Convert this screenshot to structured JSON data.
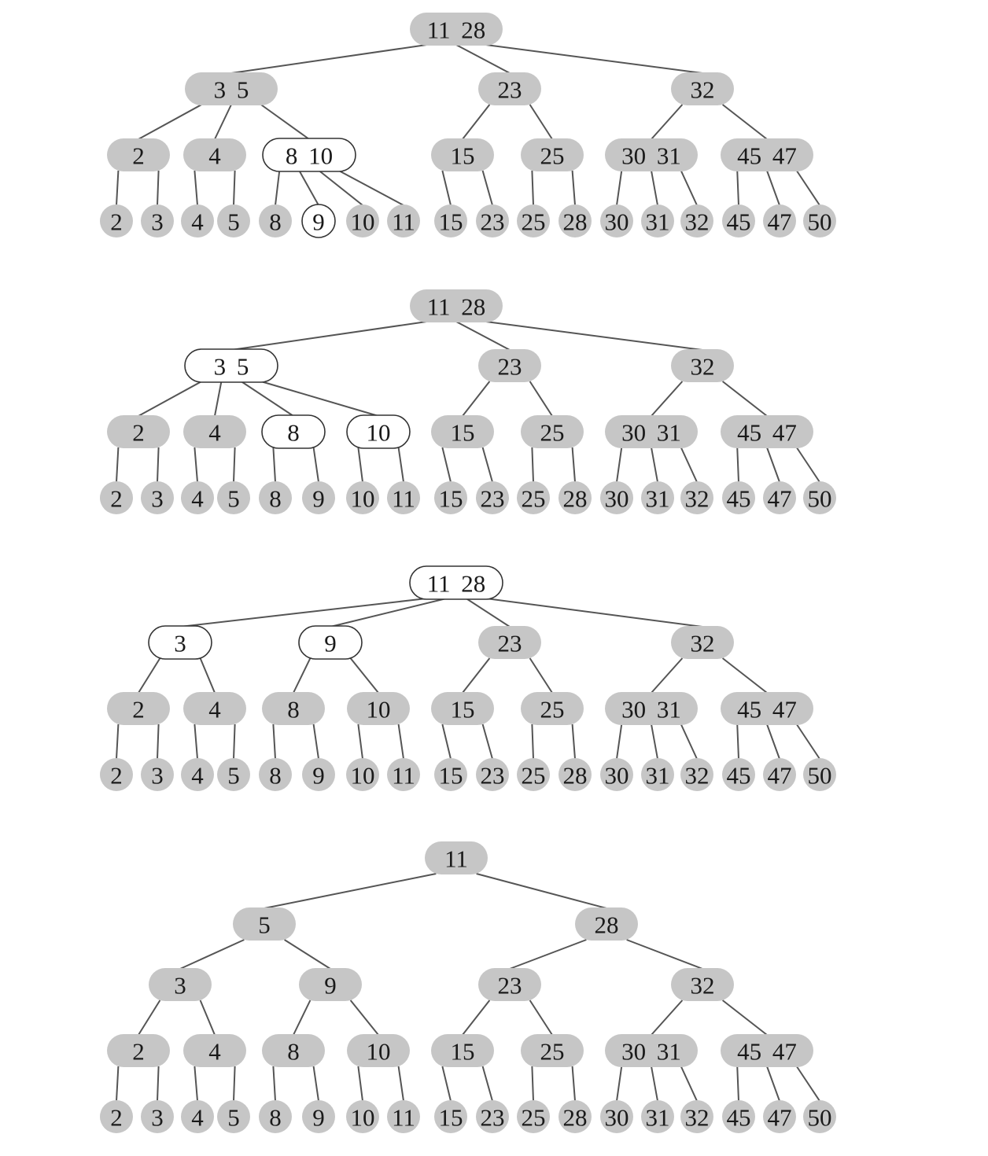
{
  "diagram": {
    "type": "2-3 tree insertion sequence",
    "colors": {
      "shaded": "#c6c6c6",
      "highlight": "#ffffff",
      "outline": "#333333",
      "edge": "#555555",
      "text": "#1a1a1a"
    },
    "stages": [
      {
        "nodes": [
          {
            "id": "r",
            "keys": [
              "11",
              "28"
            ]
          },
          {
            "id": "a",
            "keys": [
              "3",
              "5"
            ],
            "parent": "r"
          },
          {
            "id": "b",
            "keys": [
              "23"
            ],
            "parent": "r"
          },
          {
            "id": "c",
            "keys": [
              "32"
            ],
            "parent": "r"
          },
          {
            "id": "a1",
            "keys": [
              "2"
            ],
            "parent": "a"
          },
          {
            "id": "a2",
            "keys": [
              "4"
            ],
            "parent": "a"
          },
          {
            "id": "a3",
            "keys": [
              "8",
              "10"
            ],
            "parent": "a",
            "highlight": true
          },
          {
            "id": "b1",
            "keys": [
              "15"
            ],
            "parent": "b"
          },
          {
            "id": "b2",
            "keys": [
              "25"
            ],
            "parent": "b"
          },
          {
            "id": "c1",
            "keys": [
              "30",
              "31"
            ],
            "parent": "c"
          },
          {
            "id": "c2",
            "keys": [
              "45",
              "47"
            ],
            "parent": "c"
          },
          {
            "id": "l1",
            "keys": [
              "2"
            ],
            "parent": "a1",
            "leaf": true
          },
          {
            "id": "l2",
            "keys": [
              "3"
            ],
            "parent": "a1",
            "leaf": true
          },
          {
            "id": "l3",
            "keys": [
              "4"
            ],
            "parent": "a2",
            "leaf": true
          },
          {
            "id": "l4",
            "keys": [
              "5"
            ],
            "parent": "a2",
            "leaf": true
          },
          {
            "id": "l5",
            "keys": [
              "8"
            ],
            "parent": "a3",
            "leaf": true
          },
          {
            "id": "l6",
            "keys": [
              "9"
            ],
            "parent": "a3",
            "leaf": true,
            "highlight": true
          },
          {
            "id": "l7",
            "keys": [
              "10"
            ],
            "parent": "a3",
            "leaf": true
          },
          {
            "id": "l8",
            "keys": [
              "11"
            ],
            "parent": "a3",
            "leaf": true
          },
          {
            "id": "l9",
            "keys": [
              "15"
            ],
            "parent": "b1",
            "leaf": true
          },
          {
            "id": "l10",
            "keys": [
              "23"
            ],
            "parent": "b1",
            "leaf": true
          },
          {
            "id": "l11",
            "keys": [
              "25"
            ],
            "parent": "b2",
            "leaf": true
          },
          {
            "id": "l12",
            "keys": [
              "28"
            ],
            "parent": "b2",
            "leaf": true
          },
          {
            "id": "l13",
            "keys": [
              "30"
            ],
            "parent": "c1",
            "leaf": true
          },
          {
            "id": "l14",
            "keys": [
              "31"
            ],
            "parent": "c1",
            "leaf": true
          },
          {
            "id": "l15",
            "keys": [
              "32"
            ],
            "parent": "c1",
            "leaf": true
          },
          {
            "id": "l16",
            "keys": [
              "45"
            ],
            "parent": "c2",
            "leaf": true
          },
          {
            "id": "l17",
            "keys": [
              "47"
            ],
            "parent": "c2",
            "leaf": true
          },
          {
            "id": "l18",
            "keys": [
              "50"
            ],
            "parent": "c2",
            "leaf": true
          }
        ]
      },
      {
        "nodes": [
          {
            "id": "r",
            "keys": [
              "11",
              "28"
            ]
          },
          {
            "id": "a",
            "keys": [
              "3",
              "5"
            ],
            "parent": "r",
            "highlight": true
          },
          {
            "id": "b",
            "keys": [
              "23"
            ],
            "parent": "r"
          },
          {
            "id": "c",
            "keys": [
              "32"
            ],
            "parent": "r"
          },
          {
            "id": "a1",
            "keys": [
              "2"
            ],
            "parent": "a"
          },
          {
            "id": "a2",
            "keys": [
              "4"
            ],
            "parent": "a"
          },
          {
            "id": "a3",
            "keys": [
              "8"
            ],
            "parent": "a",
            "highlight": true
          },
          {
            "id": "a4",
            "keys": [
              "10"
            ],
            "parent": "a",
            "highlight": true
          },
          {
            "id": "b1",
            "keys": [
              "15"
            ],
            "parent": "b"
          },
          {
            "id": "b2",
            "keys": [
              "25"
            ],
            "parent": "b"
          },
          {
            "id": "c1",
            "keys": [
              "30",
              "31"
            ],
            "parent": "c"
          },
          {
            "id": "c2",
            "keys": [
              "45",
              "47"
            ],
            "parent": "c"
          },
          {
            "id": "l1",
            "keys": [
              "2"
            ],
            "parent": "a1",
            "leaf": true
          },
          {
            "id": "l2",
            "keys": [
              "3"
            ],
            "parent": "a1",
            "leaf": true
          },
          {
            "id": "l3",
            "keys": [
              "4"
            ],
            "parent": "a2",
            "leaf": true
          },
          {
            "id": "l4",
            "keys": [
              "5"
            ],
            "parent": "a2",
            "leaf": true
          },
          {
            "id": "l5",
            "keys": [
              "8"
            ],
            "parent": "a3",
            "leaf": true
          },
          {
            "id": "l6",
            "keys": [
              "9"
            ],
            "parent": "a3",
            "leaf": true
          },
          {
            "id": "l7",
            "keys": [
              "10"
            ],
            "parent": "a4",
            "leaf": true
          },
          {
            "id": "l8",
            "keys": [
              "11"
            ],
            "parent": "a4",
            "leaf": true
          },
          {
            "id": "l9",
            "keys": [
              "15"
            ],
            "parent": "b1",
            "leaf": true
          },
          {
            "id": "l10",
            "keys": [
              "23"
            ],
            "parent": "b1",
            "leaf": true
          },
          {
            "id": "l11",
            "keys": [
              "25"
            ],
            "parent": "b2",
            "leaf": true
          },
          {
            "id": "l12",
            "keys": [
              "28"
            ],
            "parent": "b2",
            "leaf": true
          },
          {
            "id": "l13",
            "keys": [
              "30"
            ],
            "parent": "c1",
            "leaf": true
          },
          {
            "id": "l14",
            "keys": [
              "31"
            ],
            "parent": "c1",
            "leaf": true
          },
          {
            "id": "l15",
            "keys": [
              "32"
            ],
            "parent": "c1",
            "leaf": true
          },
          {
            "id": "l16",
            "keys": [
              "45"
            ],
            "parent": "c2",
            "leaf": true
          },
          {
            "id": "l17",
            "keys": [
              "47"
            ],
            "parent": "c2",
            "leaf": true
          },
          {
            "id": "l18",
            "keys": [
              "50"
            ],
            "parent": "c2",
            "leaf": true
          }
        ]
      },
      {
        "nodes": [
          {
            "id": "r",
            "keys": [
              "11",
              "28"
            ],
            "highlight": true
          },
          {
            "id": "a",
            "keys": [
              "3"
            ],
            "parent": "r",
            "highlight": true
          },
          {
            "id": "d",
            "keys": [
              "9"
            ],
            "parent": "r",
            "highlight": true
          },
          {
            "id": "b",
            "keys": [
              "23"
            ],
            "parent": "r"
          },
          {
            "id": "c",
            "keys": [
              "32"
            ],
            "parent": "r"
          },
          {
            "id": "a1",
            "keys": [
              "2"
            ],
            "parent": "a"
          },
          {
            "id": "a2",
            "keys": [
              "4"
            ],
            "parent": "a"
          },
          {
            "id": "a3",
            "keys": [
              "8"
            ],
            "parent": "d"
          },
          {
            "id": "a4",
            "keys": [
              "10"
            ],
            "parent": "d"
          },
          {
            "id": "b1",
            "keys": [
              "15"
            ],
            "parent": "b"
          },
          {
            "id": "b2",
            "keys": [
              "25"
            ],
            "parent": "b"
          },
          {
            "id": "c1",
            "keys": [
              "30",
              "31"
            ],
            "parent": "c"
          },
          {
            "id": "c2",
            "keys": [
              "45",
              "47"
            ],
            "parent": "c"
          },
          {
            "id": "l1",
            "keys": [
              "2"
            ],
            "parent": "a1",
            "leaf": true
          },
          {
            "id": "l2",
            "keys": [
              "3"
            ],
            "parent": "a1",
            "leaf": true
          },
          {
            "id": "l3",
            "keys": [
              "4"
            ],
            "parent": "a2",
            "leaf": true
          },
          {
            "id": "l4",
            "keys": [
              "5"
            ],
            "parent": "a2",
            "leaf": true
          },
          {
            "id": "l5",
            "keys": [
              "8"
            ],
            "parent": "a3",
            "leaf": true
          },
          {
            "id": "l6",
            "keys": [
              "9"
            ],
            "parent": "a3",
            "leaf": true
          },
          {
            "id": "l7",
            "keys": [
              "10"
            ],
            "parent": "a4",
            "leaf": true
          },
          {
            "id": "l8",
            "keys": [
              "11"
            ],
            "parent": "a4",
            "leaf": true
          },
          {
            "id": "l9",
            "keys": [
              "15"
            ],
            "parent": "b1",
            "leaf": true
          },
          {
            "id": "l10",
            "keys": [
              "23"
            ],
            "parent": "b1",
            "leaf": true
          },
          {
            "id": "l11",
            "keys": [
              "25"
            ],
            "parent": "b2",
            "leaf": true
          },
          {
            "id": "l12",
            "keys": [
              "28"
            ],
            "parent": "b2",
            "leaf": true
          },
          {
            "id": "l13",
            "keys": [
              "30"
            ],
            "parent": "c1",
            "leaf": true
          },
          {
            "id": "l14",
            "keys": [
              "31"
            ],
            "parent": "c1",
            "leaf": true
          },
          {
            "id": "l15",
            "keys": [
              "32"
            ],
            "parent": "c1",
            "leaf": true
          },
          {
            "id": "l16",
            "keys": [
              "45"
            ],
            "parent": "c2",
            "leaf": true
          },
          {
            "id": "l17",
            "keys": [
              "47"
            ],
            "parent": "c2",
            "leaf": true
          },
          {
            "id": "l18",
            "keys": [
              "50"
            ],
            "parent": "c2",
            "leaf": true
          }
        ]
      },
      {
        "nodes": [
          {
            "id": "r",
            "keys": [
              "11"
            ]
          },
          {
            "id": "p",
            "keys": [
              "5"
            ],
            "parent": "r"
          },
          {
            "id": "q",
            "keys": [
              "28"
            ],
            "parent": "r"
          },
          {
            "id": "a",
            "keys": [
              "3"
            ],
            "parent": "p"
          },
          {
            "id": "d",
            "keys": [
              "9"
            ],
            "parent": "p"
          },
          {
            "id": "b",
            "keys": [
              "23"
            ],
            "parent": "q"
          },
          {
            "id": "c",
            "keys": [
              "32"
            ],
            "parent": "q"
          },
          {
            "id": "a1",
            "keys": [
              "2"
            ],
            "parent": "a"
          },
          {
            "id": "a2",
            "keys": [
              "4"
            ],
            "parent": "a"
          },
          {
            "id": "a3",
            "keys": [
              "8"
            ],
            "parent": "d"
          },
          {
            "id": "a4",
            "keys": [
              "10"
            ],
            "parent": "d"
          },
          {
            "id": "b1",
            "keys": [
              "15"
            ],
            "parent": "b"
          },
          {
            "id": "b2",
            "keys": [
              "25"
            ],
            "parent": "b"
          },
          {
            "id": "c1",
            "keys": [
              "30",
              "31"
            ],
            "parent": "c"
          },
          {
            "id": "c2",
            "keys": [
              "45",
              "47"
            ],
            "parent": "c"
          },
          {
            "id": "l1",
            "keys": [
              "2"
            ],
            "parent": "a1",
            "leaf": true
          },
          {
            "id": "l2",
            "keys": [
              "3"
            ],
            "parent": "a1",
            "leaf": true
          },
          {
            "id": "l3",
            "keys": [
              "4"
            ],
            "parent": "a2",
            "leaf": true
          },
          {
            "id": "l4",
            "keys": [
              "5"
            ],
            "parent": "a2",
            "leaf": true
          },
          {
            "id": "l5",
            "keys": [
              "8"
            ],
            "parent": "a3",
            "leaf": true
          },
          {
            "id": "l6",
            "keys": [
              "9"
            ],
            "parent": "a3",
            "leaf": true
          },
          {
            "id": "l7",
            "keys": [
              "10"
            ],
            "parent": "a4",
            "leaf": true
          },
          {
            "id": "l8",
            "keys": [
              "11"
            ],
            "parent": "a4",
            "leaf": true
          },
          {
            "id": "l9",
            "keys": [
              "15"
            ],
            "parent": "b1",
            "leaf": true
          },
          {
            "id": "l10",
            "keys": [
              "23"
            ],
            "parent": "b1",
            "leaf": true
          },
          {
            "id": "l11",
            "keys": [
              "25"
            ],
            "parent": "b2",
            "leaf": true
          },
          {
            "id": "l12",
            "keys": [
              "28"
            ],
            "parent": "b2",
            "leaf": true
          },
          {
            "id": "l13",
            "keys": [
              "30"
            ],
            "parent": "c1",
            "leaf": true
          },
          {
            "id": "l14",
            "keys": [
              "31"
            ],
            "parent": "c1",
            "leaf": true
          },
          {
            "id": "l15",
            "keys": [
              "32"
            ],
            "parent": "c1",
            "leaf": true
          },
          {
            "id": "l16",
            "keys": [
              "45"
            ],
            "parent": "c2",
            "leaf": true
          },
          {
            "id": "l17",
            "keys": [
              "47"
            ],
            "parent": "c2",
            "leaf": true
          },
          {
            "id": "l18",
            "keys": [
              "50"
            ],
            "parent": "c2",
            "leaf": true
          }
        ]
      }
    ]
  }
}
